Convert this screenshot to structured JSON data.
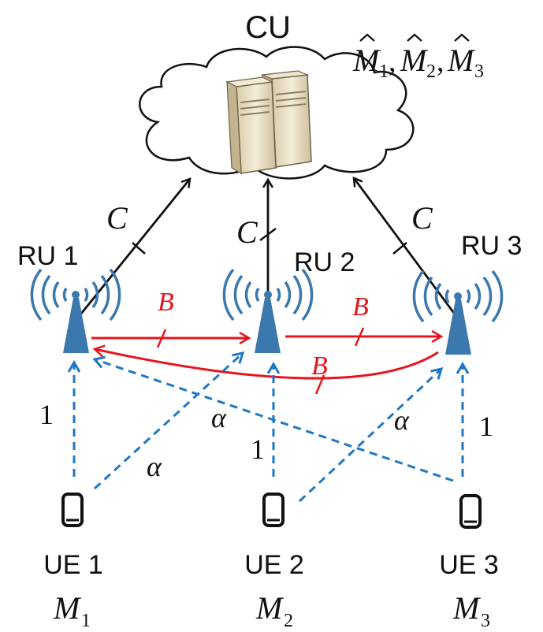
{
  "cu": {
    "label": "CU",
    "estimates": [
      {
        "base": "M",
        "sub": "1"
      },
      {
        "base": "M",
        "sub": "2"
      },
      {
        "base": "M",
        "sub": "3"
      }
    ]
  },
  "rus": [
    {
      "label": "RU 1",
      "fronthaul": "C"
    },
    {
      "label": "RU 2",
      "fronthaul": "C"
    },
    {
      "label": "RU 3",
      "fronthaul": "C"
    }
  ],
  "ues": [
    {
      "label": "UE 1",
      "msg_base": "M",
      "msg_sub": "1"
    },
    {
      "label": "UE 2",
      "msg_base": "M",
      "msg_sub": "2"
    },
    {
      "label": "UE 3",
      "msg_base": "M",
      "msg_sub": "3"
    }
  ],
  "links": {
    "backhaul_label": "B",
    "direct_gain": "1",
    "cross_gain": "α"
  },
  "colors": {
    "fronthaul": "#111111",
    "backhaul": "#e8141c",
    "wireless": "#1f77c4",
    "antenna": "#3a78ad",
    "server": "#e9dfc4"
  },
  "icons": {
    "cu": "cloud-server-icon",
    "ru": "antenna-tower-icon",
    "ue": "mobile-phone-icon"
  }
}
